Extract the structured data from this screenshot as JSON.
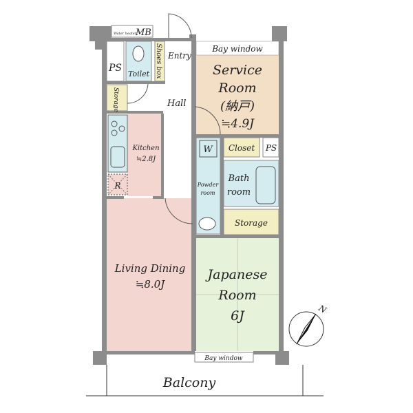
{
  "labels": {
    "water_heater": "Water heater",
    "mb": "MB",
    "ps_left": "PS",
    "toilet": "Toilet",
    "shoes_box": "Shoes box",
    "entry": "Entry",
    "bay_window_top": "Bay window",
    "service_room_1": "Service",
    "service_room_2": "Room",
    "service_room_3": "(納戸)",
    "service_room_size": "≒4.9J",
    "storage_small": "Storage",
    "hall": "Hall",
    "kitchen": "Kitchen",
    "kitchen_size": "≒2.8J",
    "refrigerator": "R",
    "washer": "W",
    "closet": "Closet",
    "ps_right": "PS",
    "powder_room_1": "Powder",
    "powder_room_2": "room",
    "bath_1": "Bath",
    "bath_2": "room",
    "storage": "Storage",
    "living_1": "Living Dining",
    "living_size": "≒8.0J",
    "japanese_1": "Japanese",
    "japanese_2": "Room",
    "japanese_size": "6J",
    "bay_window_bottom": "Bay window",
    "balcony": "Balcony",
    "north": "N"
  },
  "colors": {
    "wall": "#8c8c8c",
    "living": "#f3d6d0",
    "service": "#f3dfc6",
    "wet": "#d4ecf0",
    "storage": "#f4efc3",
    "japanese": "#e6f2d9"
  }
}
